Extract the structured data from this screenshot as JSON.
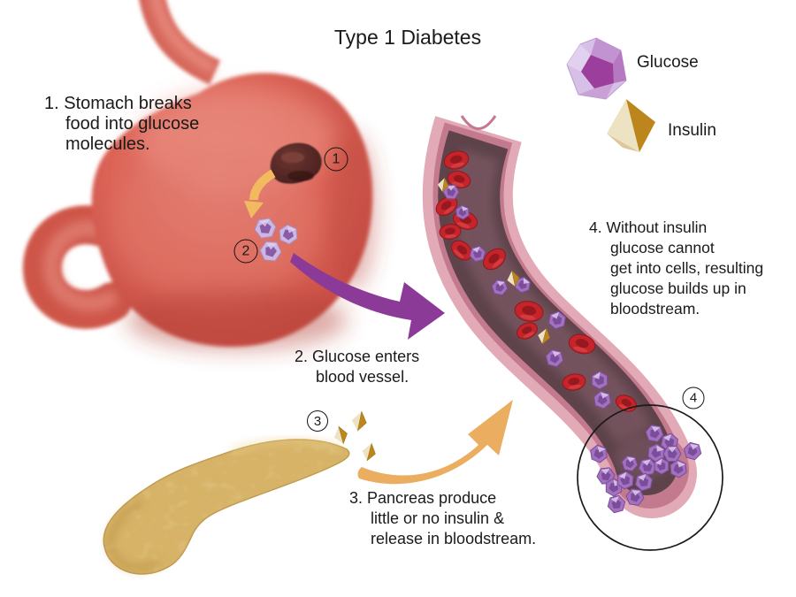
{
  "title": "Type 1 Diabetes",
  "legend": {
    "glucose_label": "Glucose",
    "insulin_label": "Insulin"
  },
  "steps": [
    {
      "lines": [
        "1. Stomach breaks",
        "food into glucose",
        "molecules."
      ]
    },
    {
      "lines": [
        "2. Glucose enters",
        "blood vessel."
      ]
    },
    {
      "lines": [
        "3. Pancreas produce",
        "little or no insulin &",
        "release in bloodstream."
      ]
    },
    {
      "lines": [
        "4. Without insulin",
        "glucose cannot",
        "get into cells, resulting",
        "glucose builds up in",
        "bloodstream."
      ]
    }
  ],
  "markers": [
    {
      "label": "1"
    },
    {
      "label": "2"
    },
    {
      "label": "3"
    },
    {
      "label": "4"
    }
  ],
  "colors": {
    "text": "#1a1a1a",
    "stomach_main": "#DC6558",
    "stomach_edge": "#C24840",
    "stomach_highlight": "#EC9588",
    "food": "#4A2220",
    "vessel_wall": "#E2A9B6",
    "vessel_rim": "#C47A8E",
    "vessel_lumen": "#5E434B",
    "lumen_light": "#7B5963",
    "rbc": "#C6242B",
    "rbc_dark": "#8E181D",
    "glucose_light": "#E3D2F0",
    "glucose_mid": "#A272BE",
    "glucose_dark": "#7C4C9C",
    "glucose_pale": "#CDB6E0",
    "insulin_gold": "#BC861C",
    "insulin_cream": "#EDE2C2",
    "pancreas": "#D7B368",
    "pancreas_dark": "#B58A3E",
    "arrow_purple": "#8B3A98",
    "arrow_orange": "#EBAD5F",
    "arrow_yellow": "#F2BA5E"
  },
  "cells": {
    "rbc": [
      [
        516,
        181,
        14,
        -15
      ],
      [
        519,
        203,
        13,
        15
      ],
      [
        505,
        233,
        13,
        -35
      ],
      [
        526,
        249,
        14,
        20
      ],
      [
        509,
        262,
        12,
        -5
      ],
      [
        522,
        283,
        13,
        40
      ],
      [
        559,
        293,
        14,
        -40
      ],
      [
        598,
        352,
        16,
        10
      ],
      [
        596,
        374,
        12,
        -25
      ],
      [
        658,
        389,
        15,
        15
      ],
      [
        649,
        432,
        13,
        -10
      ],
      [
        708,
        456,
        12,
        25
      ]
    ],
    "glucose_vessel": [
      [
        510,
        217,
        9,
        0
      ],
      [
        523,
        240,
        8,
        25
      ],
      [
        540,
        287,
        9,
        -15
      ],
      [
        565,
        325,
        9,
        10
      ],
      [
        591,
        322,
        9,
        40
      ],
      [
        630,
        362,
        10,
        -20
      ],
      [
        627,
        405,
        10,
        15
      ],
      [
        678,
        430,
        10,
        -30
      ],
      [
        681,
        452,
        10,
        20
      ]
    ],
    "insulin_vessel": [
      [
        501,
        209,
        8,
        12
      ],
      [
        580,
        315,
        9,
        -8
      ],
      [
        615,
        380,
        9,
        18
      ]
    ],
    "glucose_cluster": [
      [
        740,
        490,
        10,
        10
      ],
      [
        757,
        500,
        10,
        -20
      ],
      [
        742,
        512,
        10,
        35
      ],
      [
        760,
        513,
        10,
        0
      ],
      [
        783,
        510,
        10,
        15
      ],
      [
        732,
        528,
        10,
        -10
      ],
      [
        767,
        530,
        10,
        25
      ],
      [
        748,
        527,
        9,
        -30
      ],
      [
        712,
        524,
        9,
        12
      ],
      [
        728,
        545,
        10,
        -18
      ],
      [
        677,
        513,
        10,
        22
      ],
      [
        685,
        538,
        10,
        -5
      ],
      [
        694,
        551,
        10,
        30
      ],
      [
        707,
        543,
        10,
        -25
      ],
      [
        718,
        562,
        10,
        8
      ],
      [
        697,
        570,
        10,
        -15
      ]
    ],
    "glucose_stomach": [
      [
        300,
        258,
        12,
        -8
      ],
      [
        326,
        265,
        11,
        25
      ],
      [
        306,
        284,
        12,
        5
      ]
    ],
    "insulin_pancreas": [
      [
        406,
        476,
        11,
        15
      ],
      [
        385,
        492,
        10,
        -12
      ],
      [
        417,
        511,
        10,
        18
      ]
    ]
  }
}
